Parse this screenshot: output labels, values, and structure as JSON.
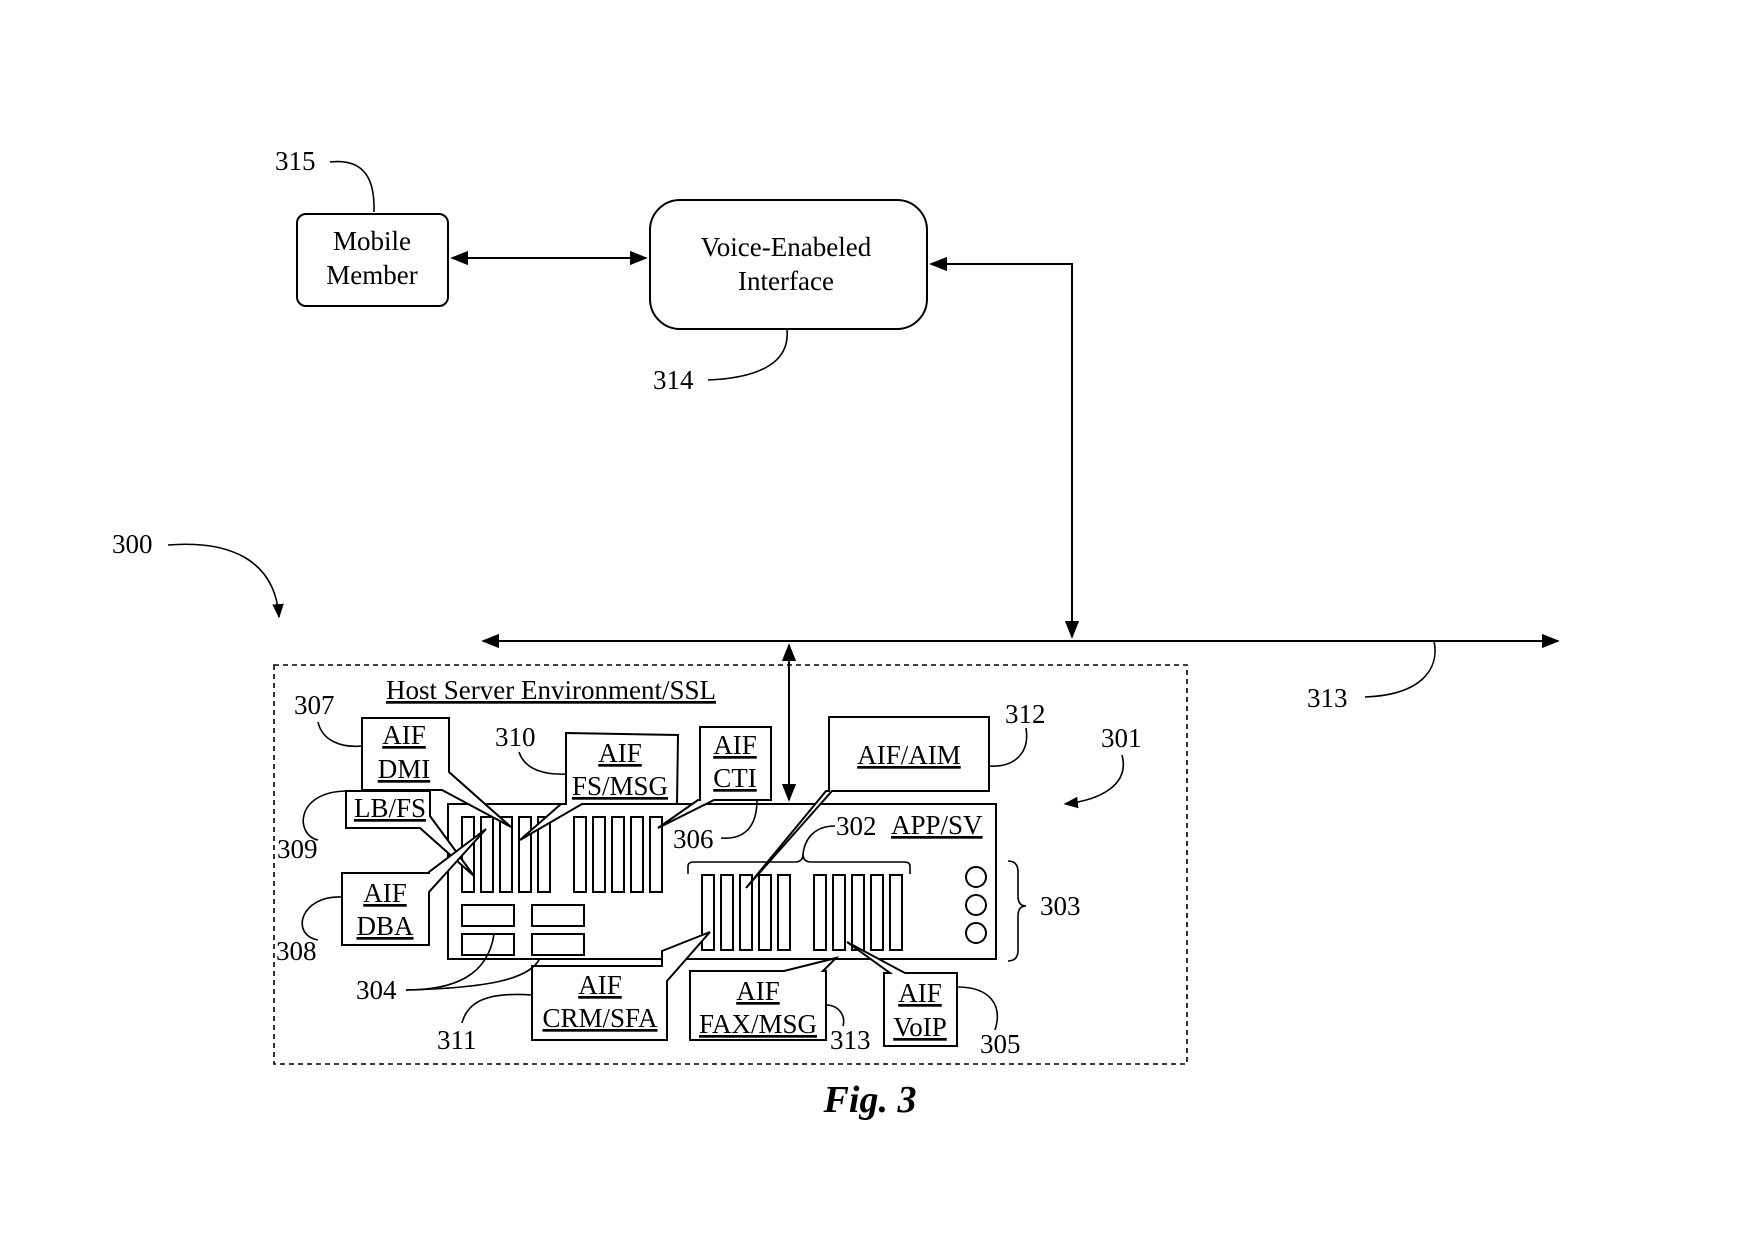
{
  "nodes": {
    "mobile_member": {
      "line1": "Mobile",
      "line2": "Member"
    },
    "voice_interface": {
      "line1": "Voice-Enabeled",
      "line2": "Interface"
    },
    "host_env": {
      "title": "Host Server Environment/SSL"
    },
    "app_sv": {
      "label": "APP/SV"
    },
    "aif_dmi": {
      "line1": "AIF",
      "line2": "DMI"
    },
    "lb_fs": {
      "label": "LB/FS"
    },
    "aif_dba": {
      "line1": "AIF",
      "line2": "DBA"
    },
    "aif_fs_msg": {
      "line1": "AIF",
      "line2": "FS/MSG"
    },
    "aif_cti": {
      "line1": "AIF",
      "line2": "CTI"
    },
    "aif_aim": {
      "label": "AIF/AIM"
    },
    "aif_crm_sfa": {
      "line1": "AIF",
      "line2": "CRM/SFA"
    },
    "aif_fax_msg": {
      "line1": "AIF",
      "line2": "FAX/MSG"
    },
    "aif_voip": {
      "line1": "AIF",
      "line2": "VoIP"
    }
  },
  "refs": {
    "r300": "300",
    "r301": "301",
    "r302": "302",
    "r303": "303",
    "r304": "304",
    "r305": "305",
    "r306": "306",
    "r307": "307",
    "r308": "308",
    "r309": "309",
    "r310": "310",
    "r311": "311",
    "r312": "312",
    "r313a": "313",
    "r313b": "313",
    "r314": "314",
    "r315": "315"
  },
  "caption": "Fig. 3"
}
